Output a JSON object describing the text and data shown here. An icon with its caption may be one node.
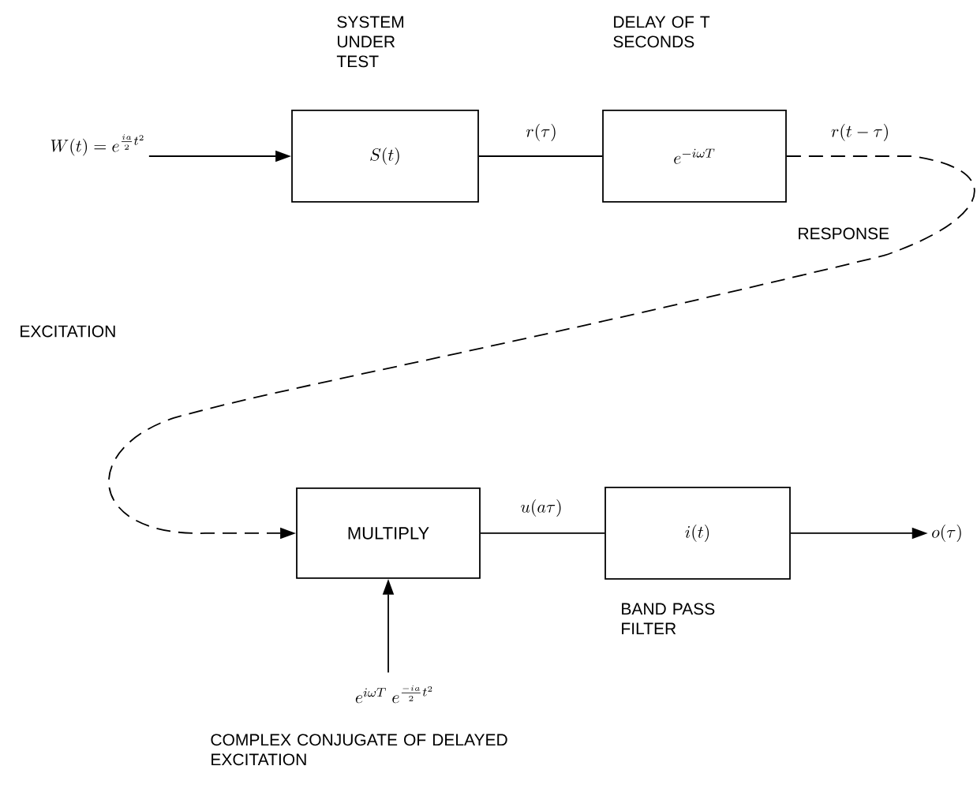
{
  "diagram": {
    "nodes": [
      {
        "text": [
          "W(t)=e^{\\frac{ia}{2}t^{2}}"
        ]
      },
      {
        "text": [
          "S(t)"
        ],
        "beside": [
          "SYSTEM UNDER TEST"
        ]
      },
      {
        "text": [
          "e^{-i\\omega T}"
        ],
        "beside": [
          "DELAY OF T SECONDS"
        ]
      },
      {
        "text": [
          "MULTIPLY"
        ]
      },
      {
        "text": [
          "i(t)"
        ],
        "beside": [
          "BAND PASS FILTER"
        ]
      },
      {
        "text": [
          "o(\\tau)"
        ]
      },
      {
        "text": [
          "e^{i\\omega T}\\; e^{\\frac{-ia}{2}t^{2}}"
        ],
        "beside": [
          "COMPLEX CONJUGATE OF DELAYED EXCITATION"
        ]
      }
    ],
    "edges": [
      {
        "from": 0,
        "to": 1,
        "arrow": "to"
      },
      {
        "from": 1,
        "to": 2,
        "arrow": "none",
        "label": "r(\\tau)"
      },
      {
        "from": 2,
        "to": 3,
        "arrow": "to",
        "label": "r(t-\\tau)",
        "style": "dashed"
      },
      {
        "from": 3,
        "to": 4,
        "arrow": "none",
        "label": "u(a\\tau)"
      },
      {
        "from": 4,
        "to": 5,
        "arrow": "to"
      },
      {
        "from": 6,
        "to": 3,
        "arrow": "to"
      }
    ],
    "labels": [
      "RESPONSE",
      "EXCITATION"
    ]
  }
}
